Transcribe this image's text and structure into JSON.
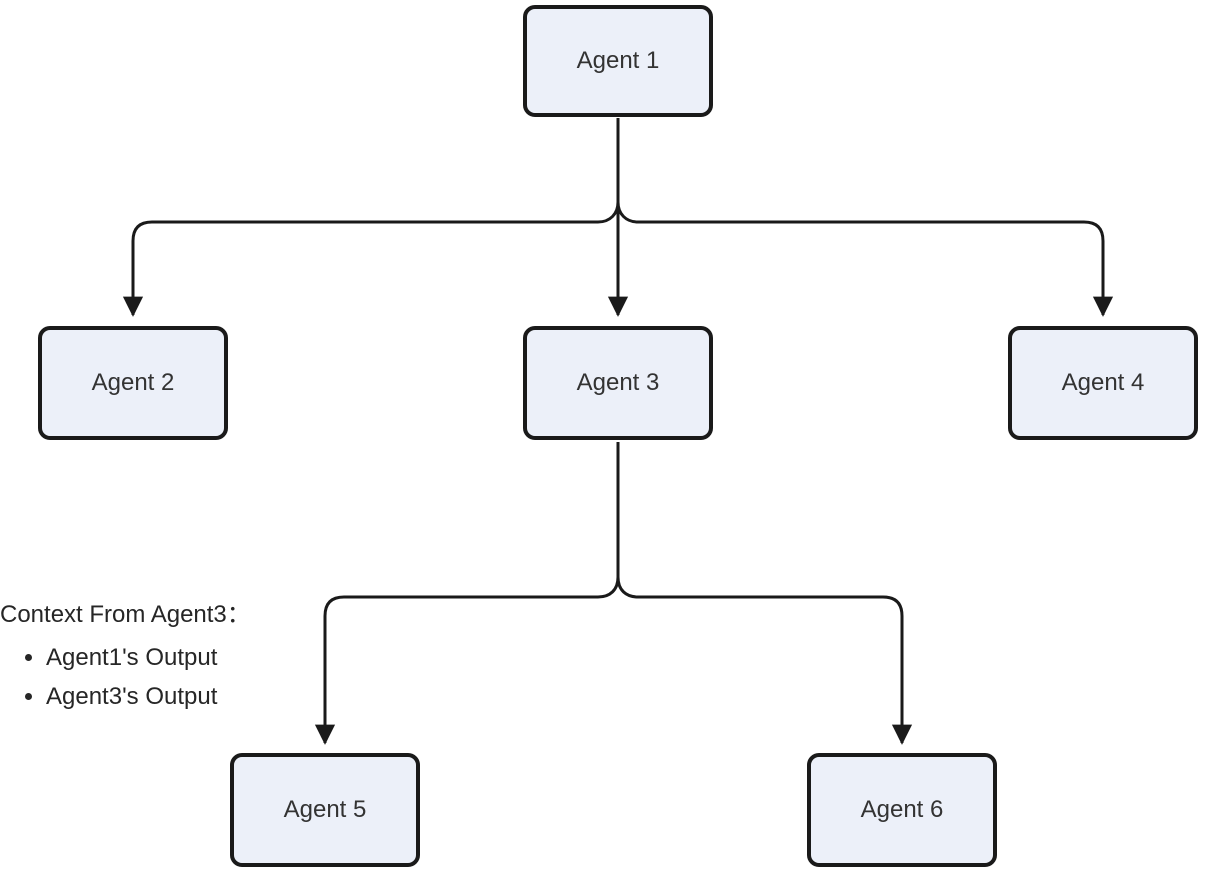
{
  "diagram": {
    "nodes": [
      {
        "label": "Agent 1"
      },
      {
        "label": "Agent 2"
      },
      {
        "label": "Agent 3"
      },
      {
        "label": "Agent 4"
      },
      {
        "label": "Agent 5"
      },
      {
        "label": "Agent 6"
      }
    ],
    "edges": [
      {
        "from": "Agent 1",
        "to": "Agent 2"
      },
      {
        "from": "Agent 1",
        "to": "Agent 3"
      },
      {
        "from": "Agent 1",
        "to": "Agent 4"
      },
      {
        "from": "Agent 3",
        "to": "Agent 5"
      },
      {
        "from": "Agent 3",
        "to": "Agent 6"
      }
    ],
    "annotation": {
      "title": "Context From Agent3：",
      "items": [
        "Agent1's Output",
        "Agent3's Output"
      ]
    },
    "colors": {
      "background": "#FFFFFF",
      "node_fill": "#ECF0F9",
      "node_border": "#1A1A1A",
      "edge": "#1A1A1A",
      "label": "#333333"
    }
  }
}
